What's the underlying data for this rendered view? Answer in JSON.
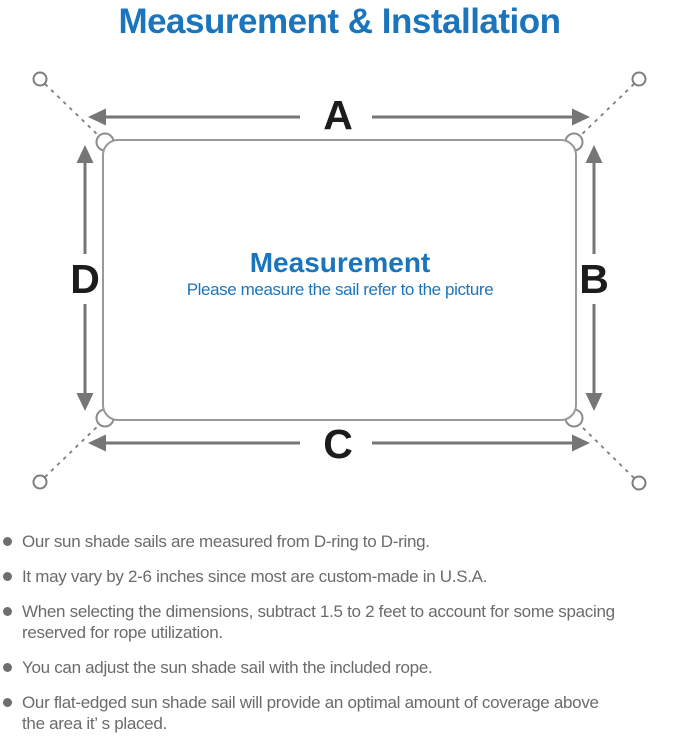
{
  "title": "Measurement & Installation",
  "diagram": {
    "labels": {
      "a": "A",
      "b": "B",
      "c": "C",
      "d": "D"
    },
    "heading": "Measurement",
    "subheading": "Please measure the sail refer to the picture"
  },
  "bullets": [
    "Our sun shade sails are measured from D-ring to D-ring.",
    "It may vary by 2-6 inches since most are custom-made in U.S.A.",
    "When selecting the dimensions, subtract 1.5 to 2 feet to account for some spacing\nreserved for rope utilization.",
    "You can adjust the sun shade sail with the included rope.",
    "Our flat-edged sun shade sail will provide an optimal amount of coverage above\nthe area it’ s placed."
  ],
  "colors": {
    "accent_blue": "#1b75bc",
    "body_text_gray": "#6b6b6b",
    "diagram_line_gray": "#999999",
    "arrow_gray": "#767676",
    "label_black": "#1c1c1c"
  }
}
